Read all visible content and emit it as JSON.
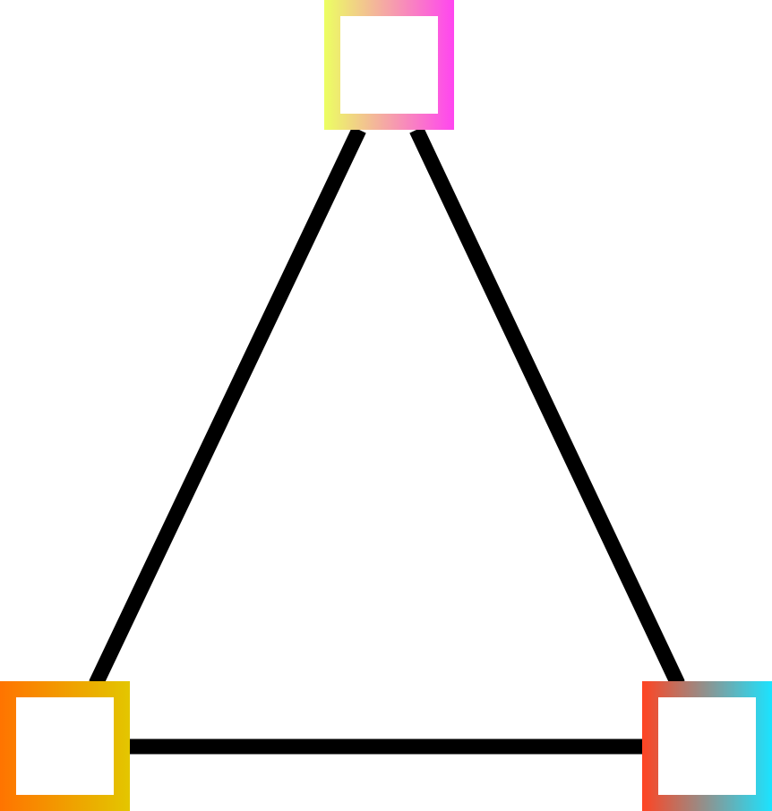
{
  "diagram": {
    "type": "triangle-graph",
    "edge_color": "#000000",
    "nodes": [
      {
        "id": "top",
        "gradient_from": "#ECFF62",
        "gradient_to": "#FF45F0"
      },
      {
        "id": "bottom-left",
        "gradient_from": "#FF7400",
        "gradient_to": "#E3C600"
      },
      {
        "id": "bottom-right",
        "gradient_from": "#FF4422",
        "gradient_to": "#1BE3FF"
      }
    ],
    "edges": [
      {
        "from": "top",
        "to": "bottom-left"
      },
      {
        "from": "top",
        "to": "bottom-right"
      },
      {
        "from": "bottom-left",
        "to": "bottom-right"
      }
    ]
  }
}
